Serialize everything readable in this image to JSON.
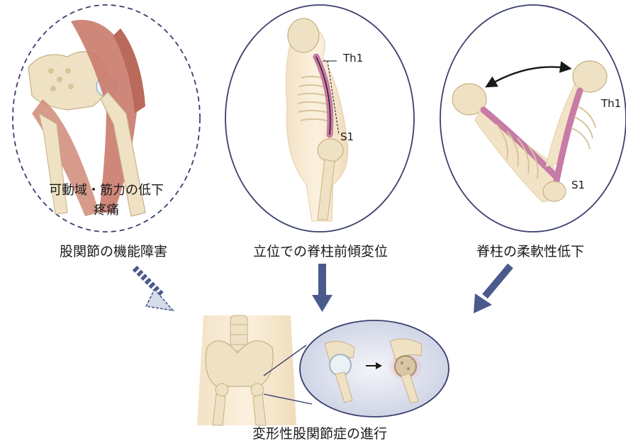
{
  "panels": {
    "hip": {
      "inner_lines": [
        "可動域・筋力の低下",
        "疼痛"
      ],
      "caption": "股関節の機能障害"
    },
    "standing": {
      "label_top": "Th1",
      "label_bottom": "S1",
      "caption": "立位での脊柱前傾変位"
    },
    "flex": {
      "label_top": "Th1",
      "label_bottom": "S1",
      "caption": "脊柱の柔軟性低下"
    }
  },
  "result": {
    "caption": "変形性股関節症の進行"
  },
  "colors": {
    "circle_outline": "#3a3f6e",
    "arrow_fill": "#4a5a8c",
    "bone": "#efe2c4",
    "bone_shadow": "#d8c49a",
    "muscle": "#c97a6a",
    "spine": "#c77ba6",
    "magnifier_bg": "#dfe3ee",
    "inflammation": "#e8a0a8"
  }
}
